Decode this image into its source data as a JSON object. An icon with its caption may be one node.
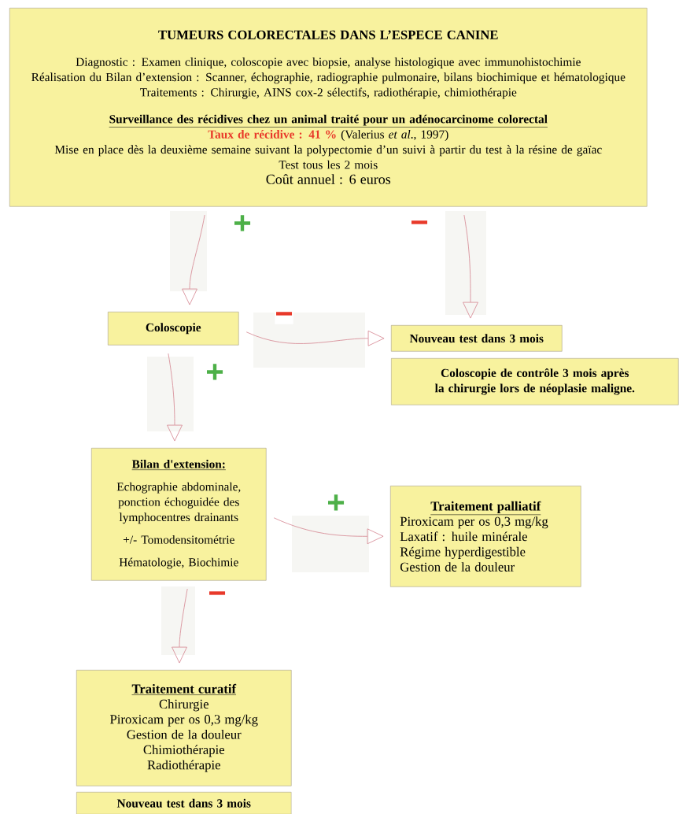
{
  "diagram": {
    "nodes": [
      {
        "text": [
          "TUMEURS COLORECTALES DANS L’ESPECE CANINE",
          "Diagnostic : Examen clinique, coloscopie avec biopsie, analyse histologique avec immunohistochimie",
          "Réalisation du Bilan d’extension : Scanner, échographie, radiographie pulmonaire, bilans biochimique et hématologique",
          "Traitements : Chirurgie, AINS cox-2 sélectifs, radiothérapie, chimiothérapie",
          "Surveillance des récidives chez un animal traité pour un adénocarcinome colorectal",
          "Taux de récidive : 41 %",
          "(Valerius *et al*., 1997)",
          "Mise en place dès la deuxième semaine suivant la polypectomie d’un suivi à partir du test à la résine de gaïac",
          "Test tous les 2 mois",
          "Coût annuel : 6 euros"
        ]
      },
      {
        "text": [
          "Coloscopie"
        ]
      },
      {
        "text": [
          "Nouveau test dans 3 mois"
        ]
      },
      {
        "text": [
          "Coloscopie de contrôle 3 mois après la chirurgie lors de néoplasie maligne."
        ]
      },
      {
        "text": [
          "Bilan d'extension:",
          "Echographie abdominale, ponction échoguidée des lymphocentres drainants",
          "+/- Tomodensitométrie",
          "Hématologie, Biochimie"
        ]
      },
      {
        "text": [
          "Traitement palliatif",
          "Piroxicam per os 0,3 mg/kg",
          "Laxatif : huile minérale",
          "Régime hyperdigestible",
          "Gestion de la douleur"
        ]
      },
      {
        "text": [
          "Traitement curatif",
          "Chirurgie",
          "Piroxicam per os 0,3 mg/kg",
          "Gestion de la douleur",
          "Chimiothérapie",
          "Radiothérapie"
        ]
      },
      {
        "text": [
          "Nouveau test dans 3 mois"
        ]
      }
    ],
    "edges": [
      {
        "from": 0,
        "to": 1,
        "arrow": "to",
        "label": "+"
      },
      {
        "from": 0,
        "to": 2,
        "arrow": "to",
        "label": "−"
      },
      {
        "from": 1,
        "to": 2,
        "arrow": "to",
        "label": "−"
      },
      {
        "from": 1,
        "to": 4,
        "arrow": "to",
        "label": "+"
      },
      {
        "from": 4,
        "to": 5,
        "arrow": "to",
        "label": "+"
      },
      {
        "from": 4,
        "to": 6,
        "arrow": "to",
        "label": "−"
      }
    ]
  }
}
